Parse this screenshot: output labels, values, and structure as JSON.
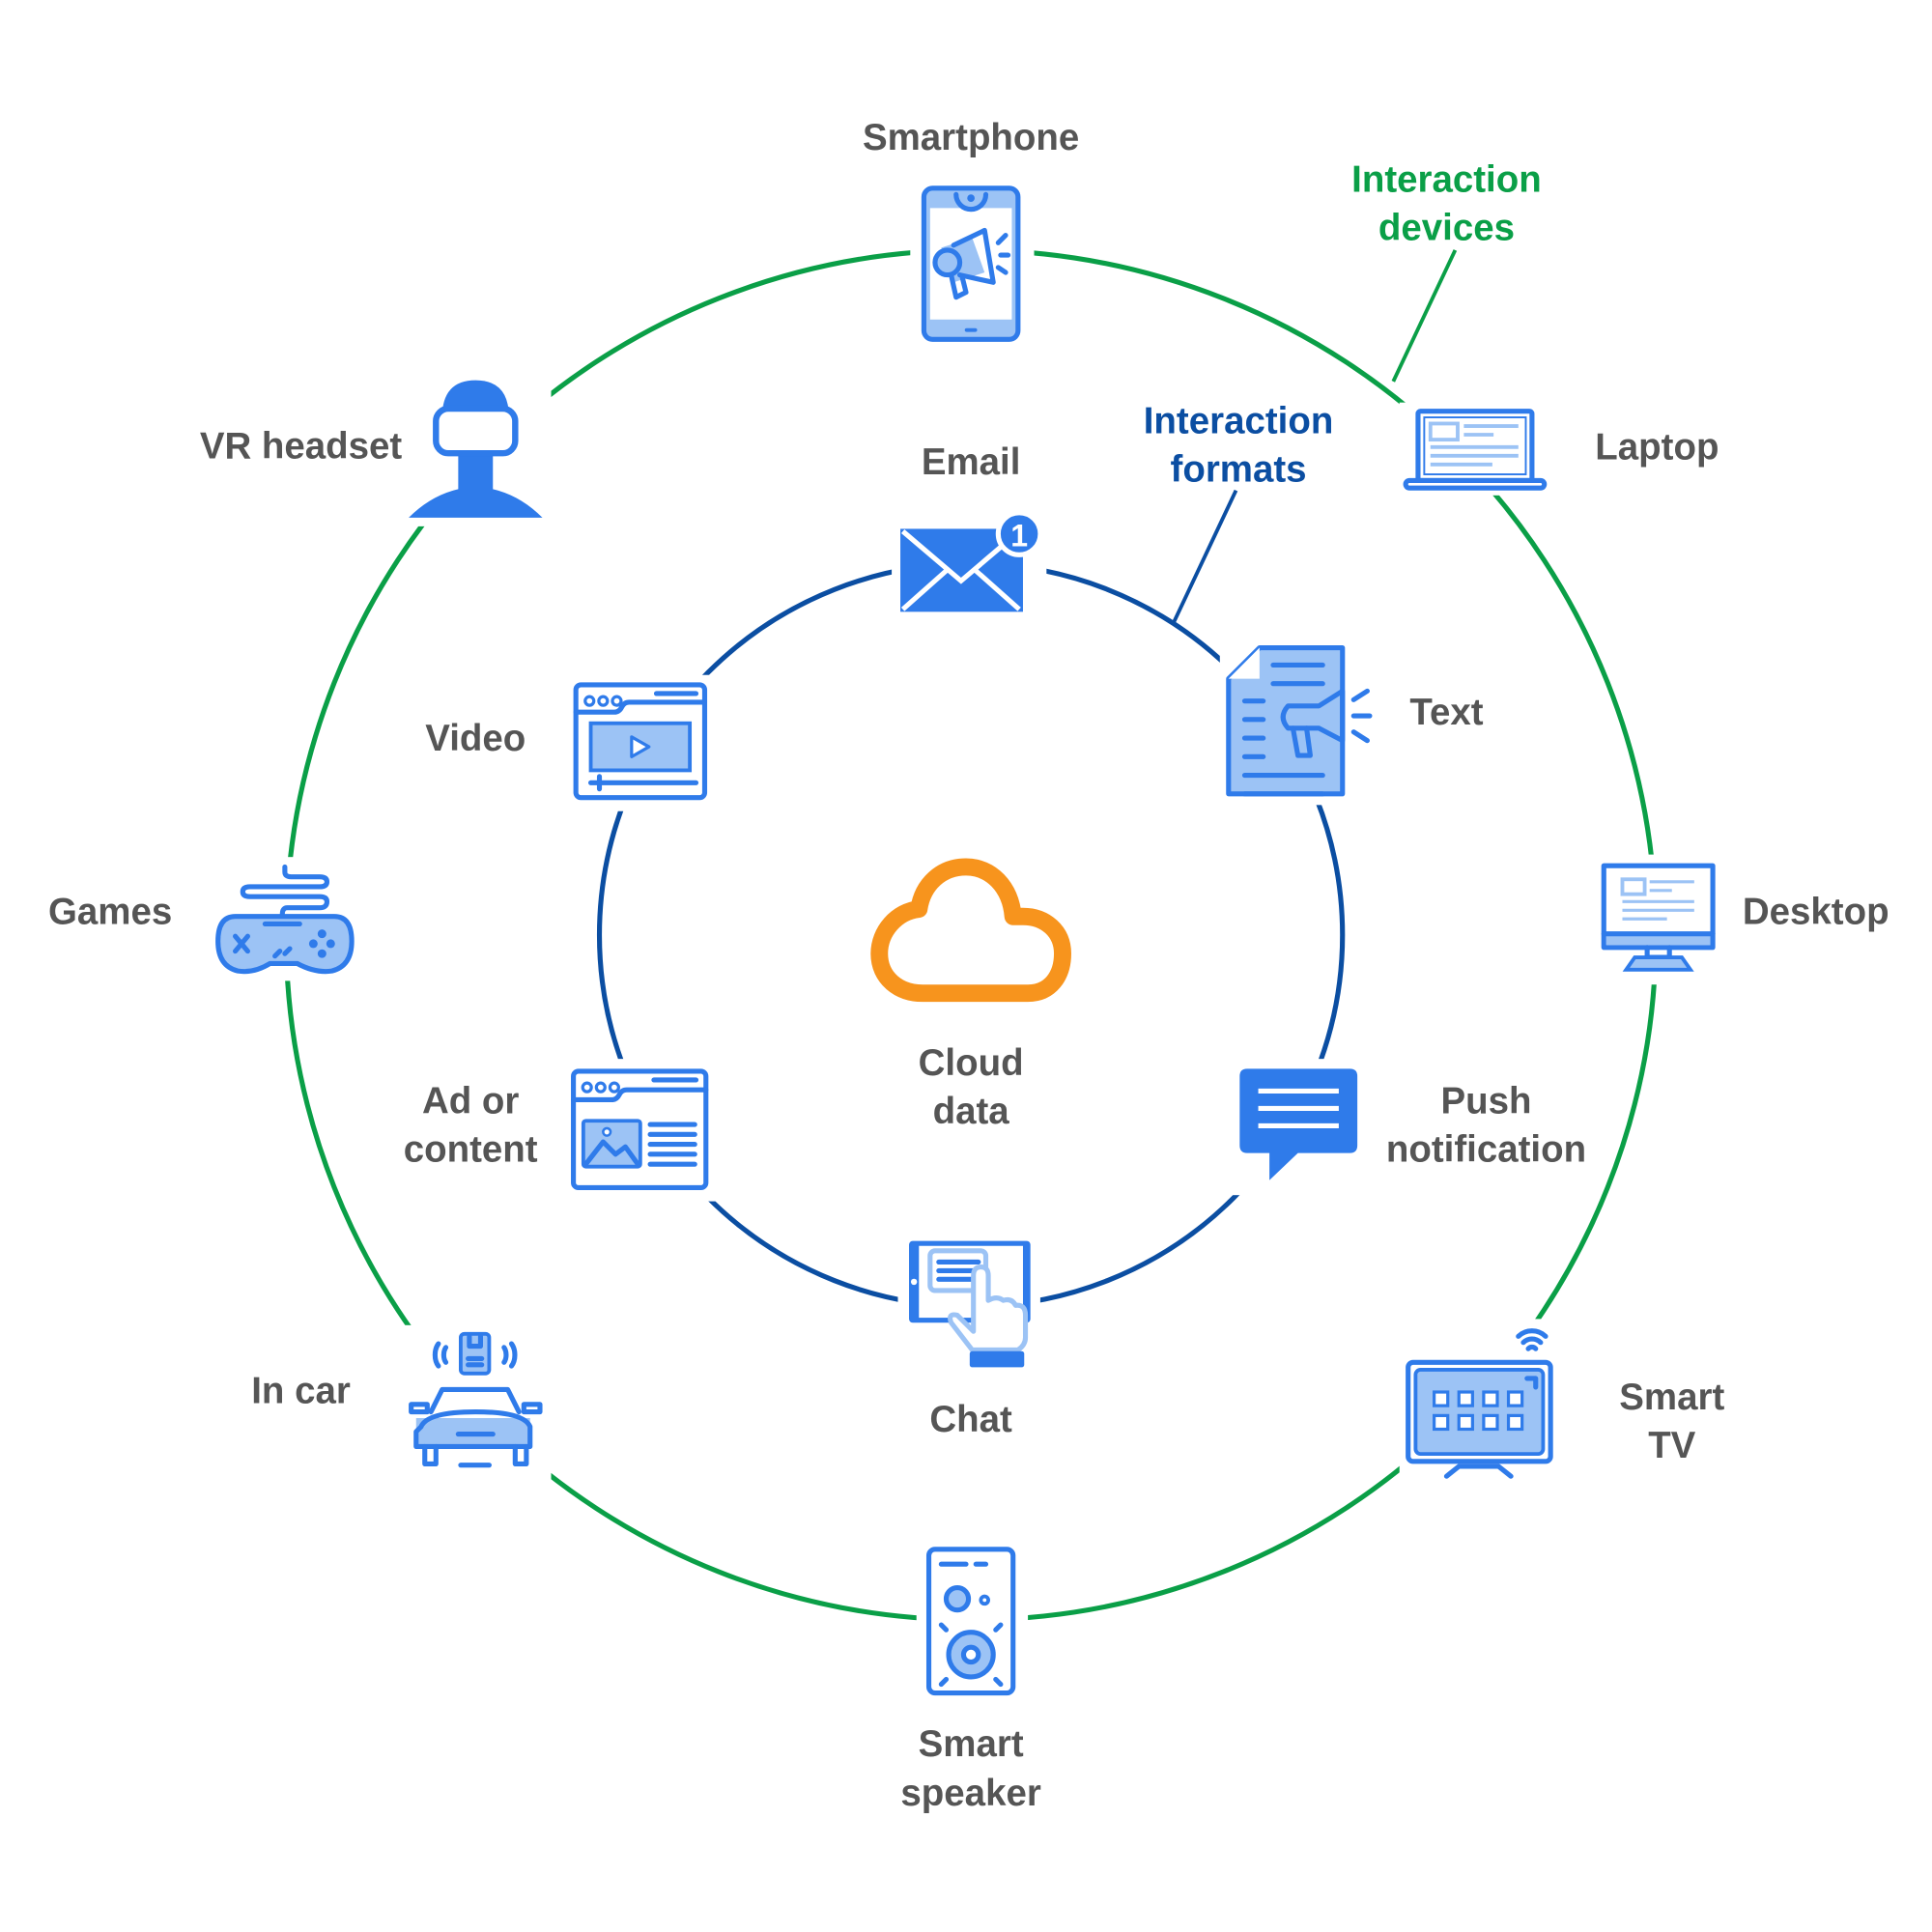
{
  "diagram": {
    "center": {
      "label_line1": "Cloud",
      "label_line2": "data",
      "icon": "cloud-icon",
      "color": "#f7941d"
    },
    "outer_ring": {
      "title_line1": "Interaction",
      "title_line2": "devices",
      "color": "#0a9f47",
      "items": [
        {
          "label": "Smartphone",
          "icon": "smartphone-megaphone-icon"
        },
        {
          "label": "Laptop",
          "icon": "laptop-icon"
        },
        {
          "label": "Desktop",
          "icon": "desktop-monitor-icon"
        },
        {
          "label_line1": "Smart",
          "label_line2": "TV",
          "icon": "smart-tv-icon"
        },
        {
          "label_line1": "Smart",
          "label_line2": "speaker",
          "icon": "smart-speaker-icon"
        },
        {
          "label": "In car",
          "icon": "connected-car-icon"
        },
        {
          "label": "Games",
          "icon": "game-controller-icon"
        },
        {
          "label": "VR headset",
          "icon": "vr-headset-icon"
        }
      ]
    },
    "inner_ring": {
      "title_line1": "Interaction",
      "title_line2": "formats",
      "color": "#0b4ea2",
      "items": [
        {
          "label": "Email",
          "icon": "email-envelope-icon",
          "badge": "1"
        },
        {
          "label": "Text",
          "icon": "text-document-megaphone-icon"
        },
        {
          "label_line1": "Push",
          "label_line2": "notification",
          "icon": "push-notification-bubble-icon"
        },
        {
          "label": "Chat",
          "icon": "chat-tablet-touch-icon"
        },
        {
          "label_line1": "Ad or",
          "label_line2": "content",
          "icon": "ad-content-browser-icon"
        },
        {
          "label": "Video",
          "icon": "video-browser-icon"
        }
      ]
    },
    "icon_color": "#2f7bea",
    "icon_fill_color": "#9cc3f5",
    "label_color": "#555555"
  }
}
